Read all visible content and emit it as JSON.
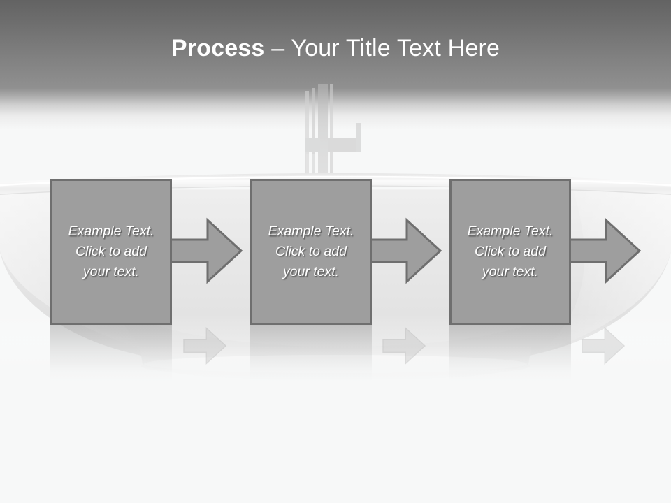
{
  "slide": {
    "title_strong": "Process",
    "title_rest": " – Your Title Text Here",
    "background_description": "bowl-basin-with-faucet-photo"
  },
  "colors": {
    "header_top": "#636363",
    "header_bottom": "#909090",
    "slide_background": "#f7f8f8",
    "box_fill": "#9e9e9e",
    "box_border": "#6f6f6f",
    "arrow_fill": "#9e9e9e",
    "arrow_border": "#6f6f6f",
    "title_text": "#ffffff",
    "box_text": "#ffffff"
  },
  "process": {
    "steps": [
      {
        "id": "step-1",
        "text": "Example Text.\nClick  to add\nyour text."
      },
      {
        "id": "step-2",
        "text": "Example Text.\nClick  to add\nyour text."
      },
      {
        "id": "step-3",
        "text": "Example Text.\nClick  to add\nyour text."
      }
    ],
    "arrows": [
      {
        "id": "arrow-1",
        "direction": "right"
      },
      {
        "id": "arrow-2",
        "direction": "right"
      },
      {
        "id": "arrow-3",
        "direction": "right"
      }
    ]
  }
}
